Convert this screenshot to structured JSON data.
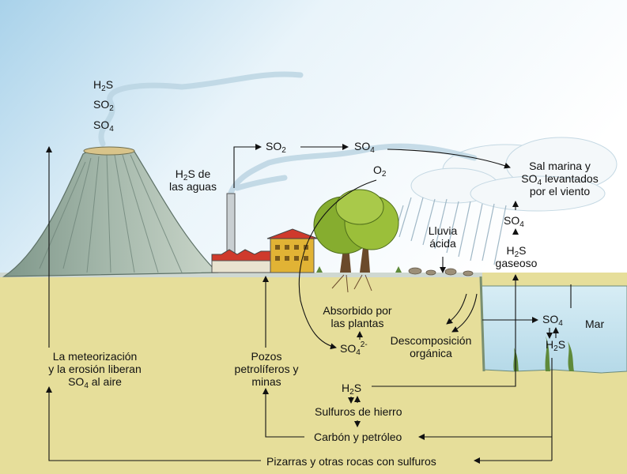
{
  "labels": {
    "volcano_gas_1": "H2S",
    "volcano_gas_2": "SO2",
    "volcano_gas_3": "SO4",
    "h2s_waters": [
      "H2S de",
      "las aguas"
    ],
    "so2_top": "SO2",
    "so4_top": "SO4",
    "o2": "O2",
    "sea_salt": [
      "Sal marina y",
      "SO4 levantados",
      "por el viento"
    ],
    "so4_right": "SO4",
    "h2s_gaseous": [
      "H2S",
      "gaseoso"
    ],
    "acid_rain": [
      "Lluvia",
      "ácida"
    ],
    "absorbed": [
      "Absorbido por",
      "las plantas"
    ],
    "so4_ion": "SO42-",
    "decomposition": [
      "Descomposición",
      "orgánica"
    ],
    "sea_so4": "SO4",
    "sea_h2s": "H2S",
    "sea": "Mar",
    "weathering": [
      "La meteorización",
      "y la erosión liberan",
      "SO4 al aire"
    ],
    "oil_wells": [
      "Pozos",
      "petrolíferos y",
      "minas"
    ],
    "h2s_ground": "H2S",
    "iron_sulfides": "Sulfuros de hierro",
    "coal_oil": "Carbón y petróleo",
    "shales": "Pizarras y otras rocas con sulfuros"
  },
  "colors": {
    "sky_top": "#a9d2ea",
    "sky_bottom": "#ffffff",
    "ground": "#e6de9a",
    "volcano": "#9aaea1",
    "sea": "#c9e4ef",
    "tree": "#86ad2f",
    "factory": "#e1b335",
    "roof": "#cf3a2c",
    "arrow": "#111111"
  }
}
